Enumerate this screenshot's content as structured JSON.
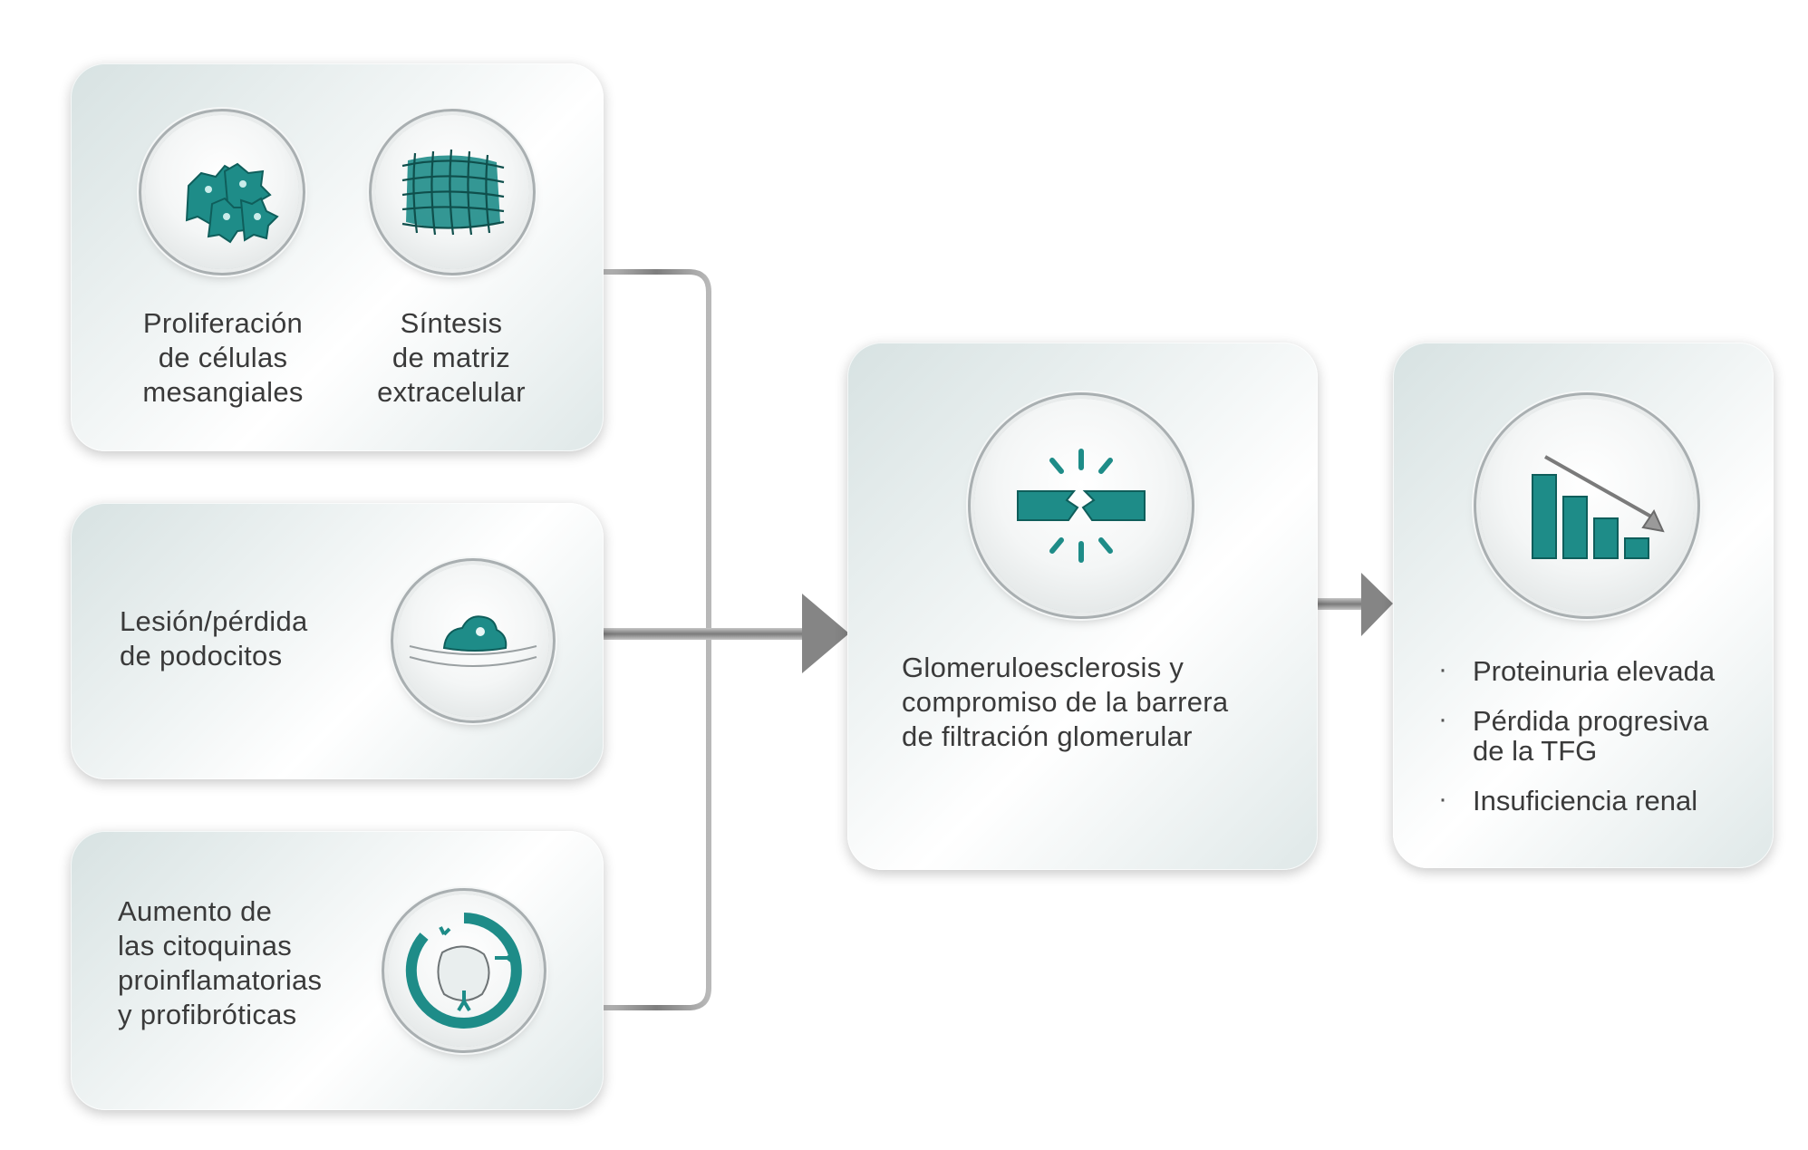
{
  "causes": [
    {
      "items": [
        {
          "icon": "mesangial-cells-icon",
          "label": "Proliferación\nde células\nmesangiales"
        },
        {
          "icon": "extracellular-matrix-icon",
          "label": "Síntesis\nde matriz\nextracelular"
        }
      ]
    },
    {
      "icon": "podocyte-icon",
      "label": "Lesión/pérdida\nde podocitos"
    },
    {
      "icon": "cytokines-icon",
      "label": "Aumento de\nlas citoquinas\nproinflamatorias\ny profibróticas"
    }
  ],
  "middle": {
    "icon": "broken-barrier-icon",
    "label": "Glomeruloesclerosis y\ncompromiso de la barrera\nde filtración glomerular"
  },
  "outcome": {
    "icon": "declining-bar-chart-icon",
    "bullets": [
      "Proteinuria elevada",
      "Pérdida progresiva\nde la TFG",
      "Insuficiencia renal"
    ]
  },
  "colors": {
    "accent": "#1e8c88",
    "accent_dark": "#0f5e5b",
    "connector": "#9a9a9a"
  }
}
